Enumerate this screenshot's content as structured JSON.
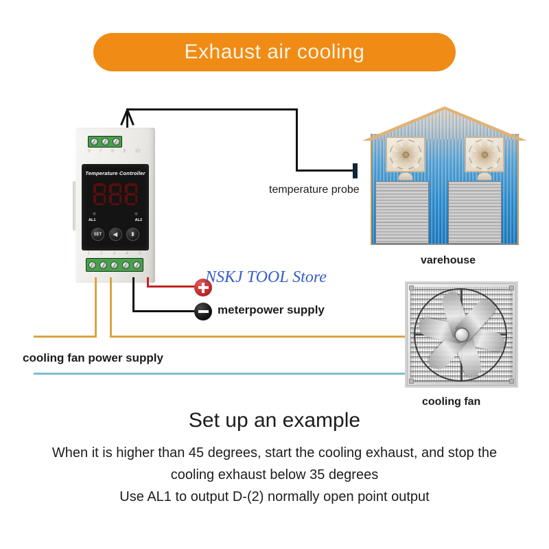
{
  "title": {
    "text": "Exhaust air cooling",
    "background": "#F08B16",
    "text_color": "#FFF4E0"
  },
  "device": {
    "panel_title": "Temperature  Controller",
    "display_value": "888",
    "top_pins": [
      "6",
      "7",
      "8",
      "9",
      "10"
    ],
    "bottom_pins": [
      "1",
      "2",
      "3",
      "4",
      "5"
    ],
    "indicators": [
      {
        "label": "AL1"
      },
      {
        "label": "AL2"
      }
    ],
    "buttons": [
      {
        "name": "set-button",
        "label": "SET"
      },
      {
        "name": "left-button",
        "label": "◀"
      },
      {
        "name": "updown-button",
        "label": "⬍"
      }
    ]
  },
  "labels": {
    "temperature_probe": "temperature probe",
    "meter_power_supply": "meterpower supply",
    "cooling_fan_power_supply": "cooling fan power supply",
    "warehouse": "varehouse",
    "cooling_fan": "cooling fan"
  },
  "watermark": {
    "text": "NSKJ TOOL Store",
    "color": "#2b55c8"
  },
  "terminals": {
    "positive": "+",
    "negative": "−"
  },
  "wires": {
    "probe_color": "#111111",
    "positive_color": "#C22323",
    "negative_color": "#111111",
    "fan_power_color": "#D9A441",
    "neutral_color": "#7FBBD4"
  },
  "footer": {
    "heading": "Set up an example",
    "lines": [
      "When it is higher than 45 degrees, start the cooling exhaust, and stop the",
      "cooling exhaust below 35 degrees",
      "Use AL1 to output D-(2) normally open point output"
    ]
  }
}
